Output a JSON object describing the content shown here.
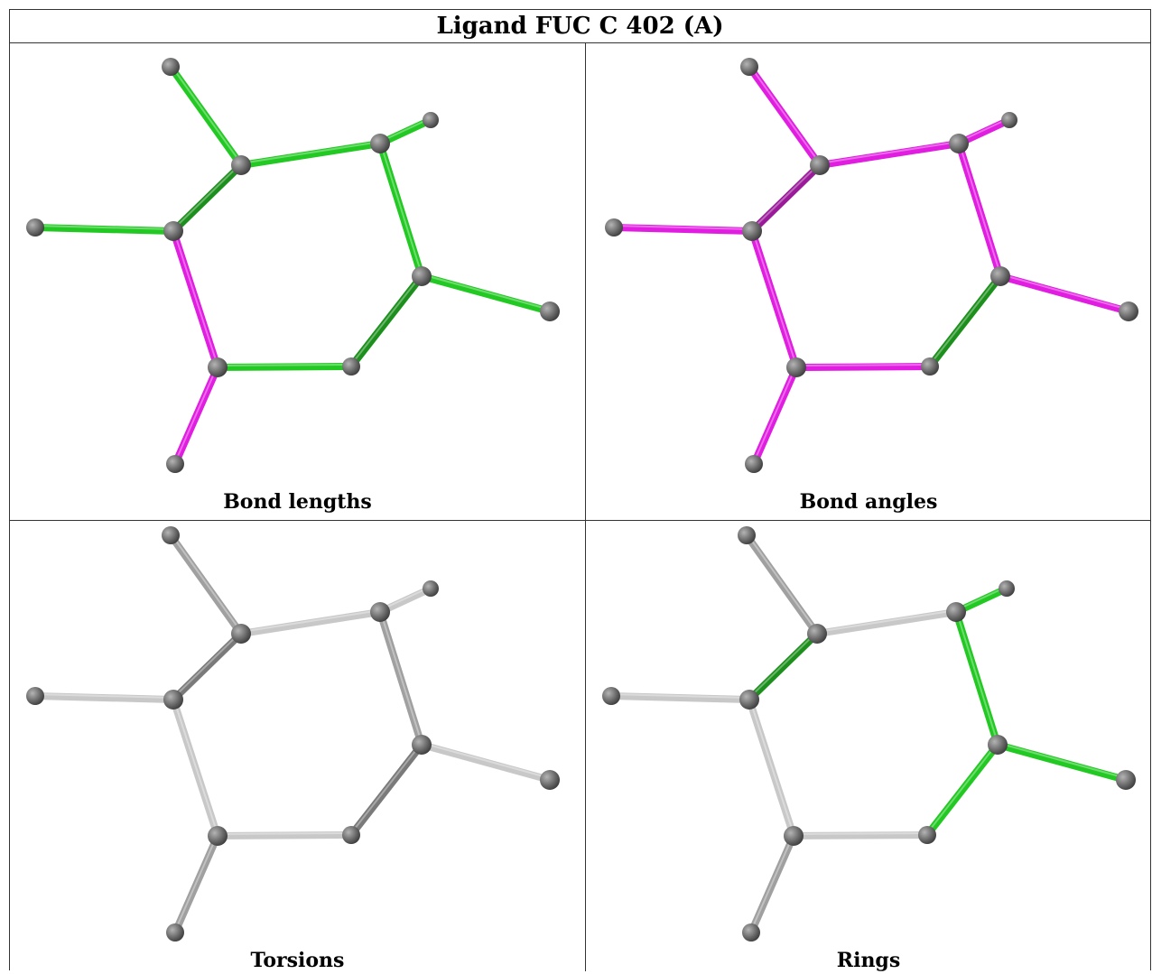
{
  "title": "Ligand FUC C 402 (A)",
  "colors": {
    "green": "#22c922",
    "dark_green": "#1d8f1d",
    "magenta": "#e01de0",
    "dark_magenta": "#9a1a9a",
    "light_gray": "#c8c8c8",
    "mid_gray": "#a0a0a0",
    "dark_gray": "#7a7a7a",
    "atom": "#6b6b6b"
  },
  "panels": [
    {
      "caption": "Bond lengths",
      "bond_colors": [
        "green",
        "green",
        "green",
        "green",
        "dark_green",
        "green",
        "magenta",
        "green",
        "green",
        "green",
        "dark_green",
        "magenta"
      ]
    },
    {
      "caption": "Bond angles",
      "bond_colors": [
        "magenta",
        "magenta",
        "magenta",
        "magenta",
        "dark_magenta",
        "magenta",
        "magenta",
        "magenta",
        "magenta",
        "green",
        "dark_green",
        "magenta"
      ]
    },
    {
      "caption": "Torsions",
      "bond_colors": [
        "mid_gray",
        "light_gray",
        "light_gray",
        "mid_gray",
        "dark_gray",
        "light_gray",
        "light_gray",
        "light_gray",
        "light_gray",
        "light_gray",
        "dark_gray",
        "mid_gray"
      ]
    },
    {
      "caption": "Rings",
      "bond_colors": [
        "mid_gray",
        "light_gray",
        "green",
        "green",
        "dark_green",
        "light_gray",
        "light_gray",
        "green",
        "light_gray",
        "green",
        "green",
        "mid_gray"
      ]
    }
  ]
}
